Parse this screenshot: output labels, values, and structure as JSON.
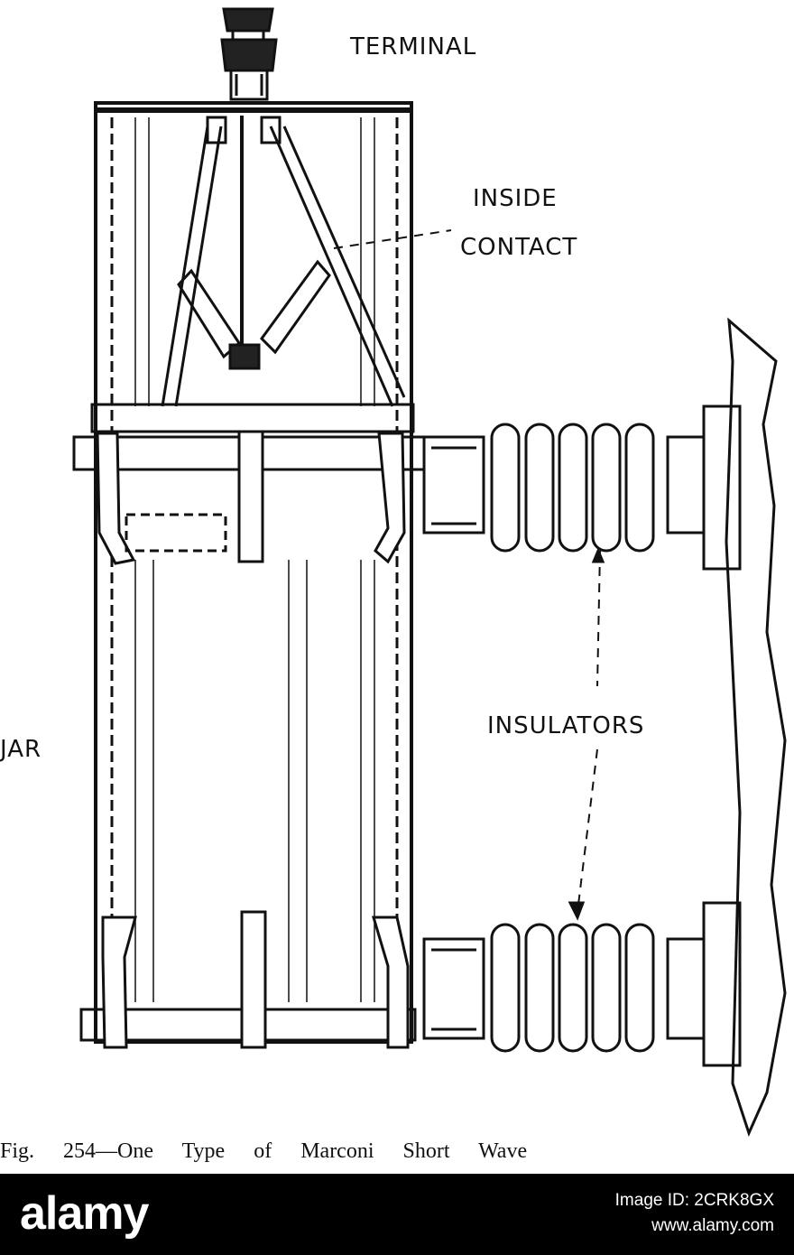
{
  "labels": {
    "terminal": "TERMINAL",
    "inside_contact_1": "INSIDE",
    "inside_contact_2": "CONTACT",
    "insulators": "INSULATORS",
    "jar_partial": "JAR"
  },
  "caption": "Fig. 254—One Type of Marconi Short Wave",
  "watermark": {
    "logo": "alamy",
    "image_id": "Image ID: 2CRK8GX",
    "url": "www.alamy.com"
  }
}
